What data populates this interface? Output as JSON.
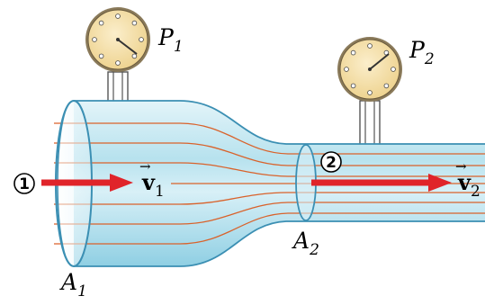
{
  "labels": {
    "P1": {
      "base": "P",
      "sub": "1"
    },
    "P2": {
      "base": "P",
      "sub": "2"
    },
    "A1": {
      "base": "A",
      "sub": "1"
    },
    "A2": {
      "base": "A",
      "sub": "2"
    },
    "v1": {
      "arrow": "→",
      "base": "v",
      "sub": "1"
    },
    "v2": {
      "arrow": "→",
      "base": "v",
      "sub": "2"
    },
    "point1": "1",
    "point2": "2"
  },
  "colors": {
    "tube_light": "#eaf7fb",
    "tube_mid": "#bfe6f1",
    "tube_dark": "#6fbfd8",
    "streamline": "#d9622b",
    "arrow": "#e0242a",
    "gauge_face": "#f6dfa6",
    "gauge_ring": "#7a6a4c",
    "outline": "#3b8fb3"
  },
  "icons": {
    "gauge1": "pressure-gauge-icon",
    "gauge2": "pressure-gauge-icon"
  }
}
